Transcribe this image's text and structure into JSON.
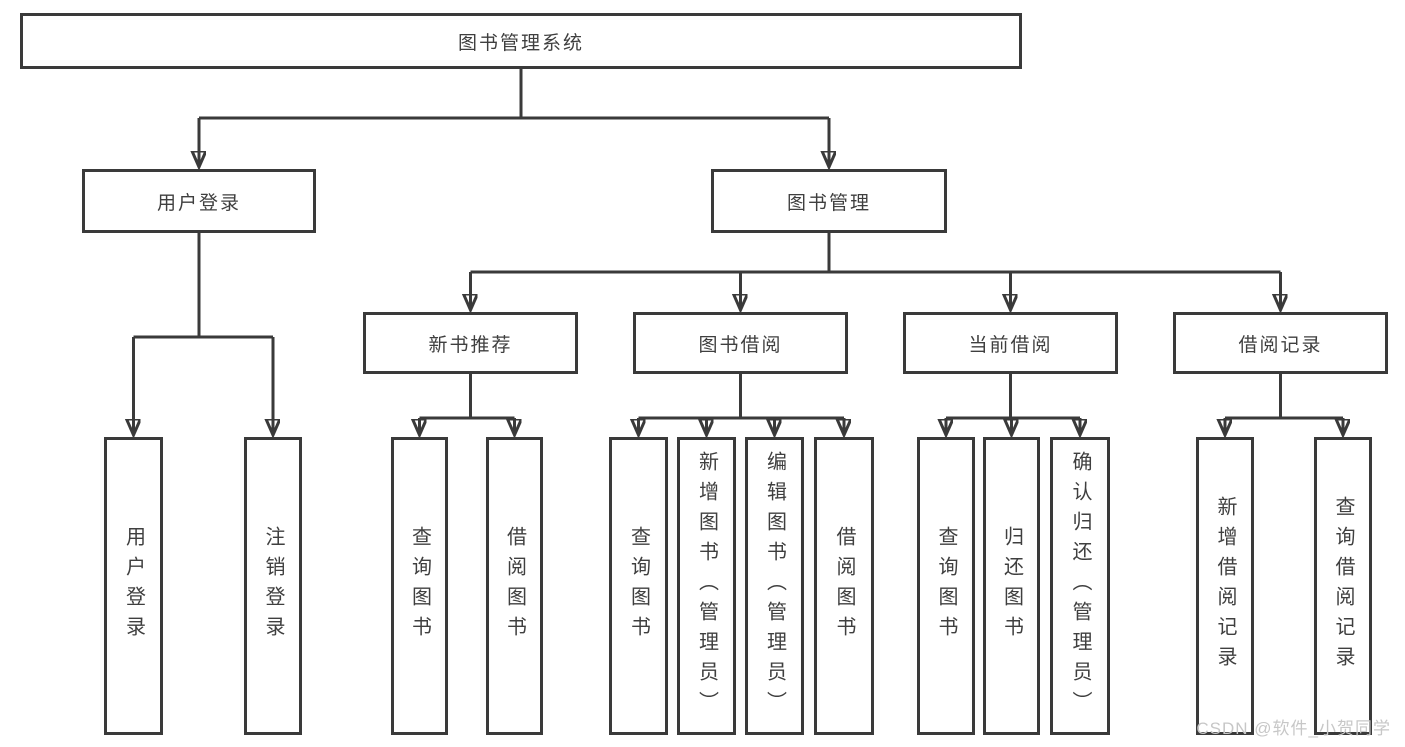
{
  "diagram": {
    "title": "图书管理系统",
    "watermark": "CSDN @软件_小贺同学",
    "colors": {
      "line": "#3a3a3a",
      "text": "#3f3f3f",
      "watermark": "#c7c7c7",
      "background": "#ffffff"
    },
    "nodes": {
      "root": "图书管理系统",
      "user_login": "用户登录",
      "book_management": "图书管理",
      "new_book_recommend": "新书推荐",
      "book_borrow": "图书借阅",
      "current_borrow": "当前借阅",
      "borrow_records": "借阅记录",
      "leaf_user_login": "用户登录",
      "leaf_logout": "注销登录",
      "leaf_recommend_query_books": "查询图书",
      "leaf_recommend_borrow_books": "借阅图书",
      "leaf_borrow_query_books": "查询图书",
      "leaf_borrow_add_books": "新增图书（管理员）",
      "leaf_borrow_edit_books": "编辑图书（管理员）",
      "leaf_borrow_borrow_books": "借阅图书",
      "leaf_current_query_books": "查询图书",
      "leaf_current_return_books": "归还图书",
      "leaf_current_confirm_return": "确认归还（管理员）",
      "leaf_records_add_record": "新增借阅记录",
      "leaf_records_query_record": "查询借阅记录"
    }
  }
}
